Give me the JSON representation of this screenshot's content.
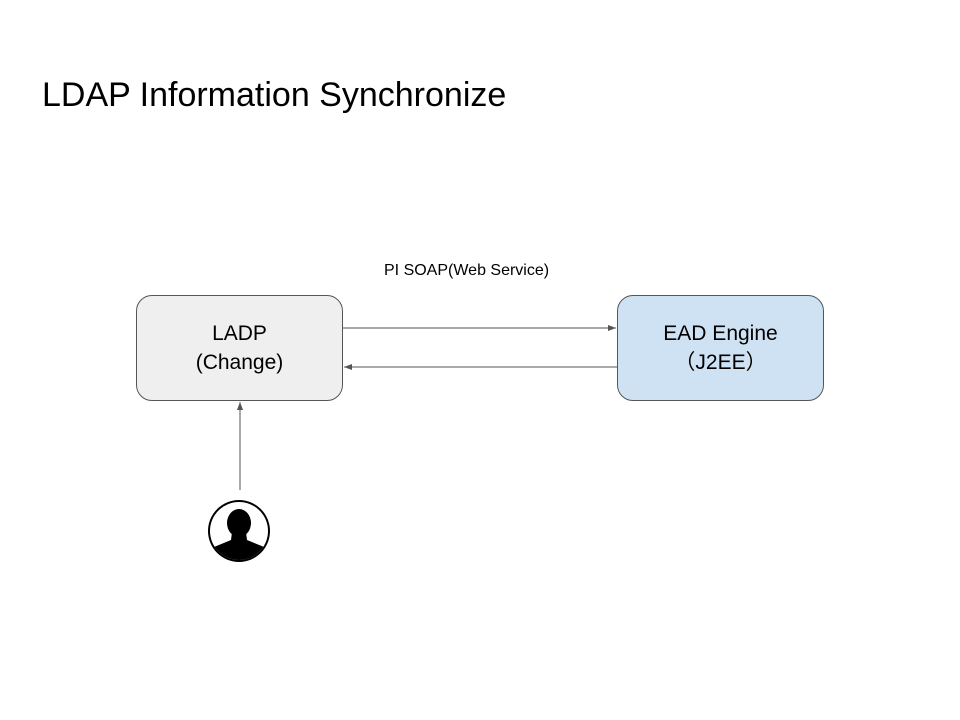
{
  "title": "LDAP Information Synchronize",
  "nodes": {
    "ldap": {
      "line1": "LADP",
      "line2": "(Change)",
      "fill": "#efefef"
    },
    "ead": {
      "line1": "EAD Engine",
      "line2": "（J2EE）",
      "fill": "#cfe2f3"
    }
  },
  "edges": {
    "soap_label": "PI SOAP(Web Service)"
  },
  "icons": {
    "user": "user-icon"
  },
  "colors": {
    "stroke": "#555555",
    "text": "#000000"
  }
}
